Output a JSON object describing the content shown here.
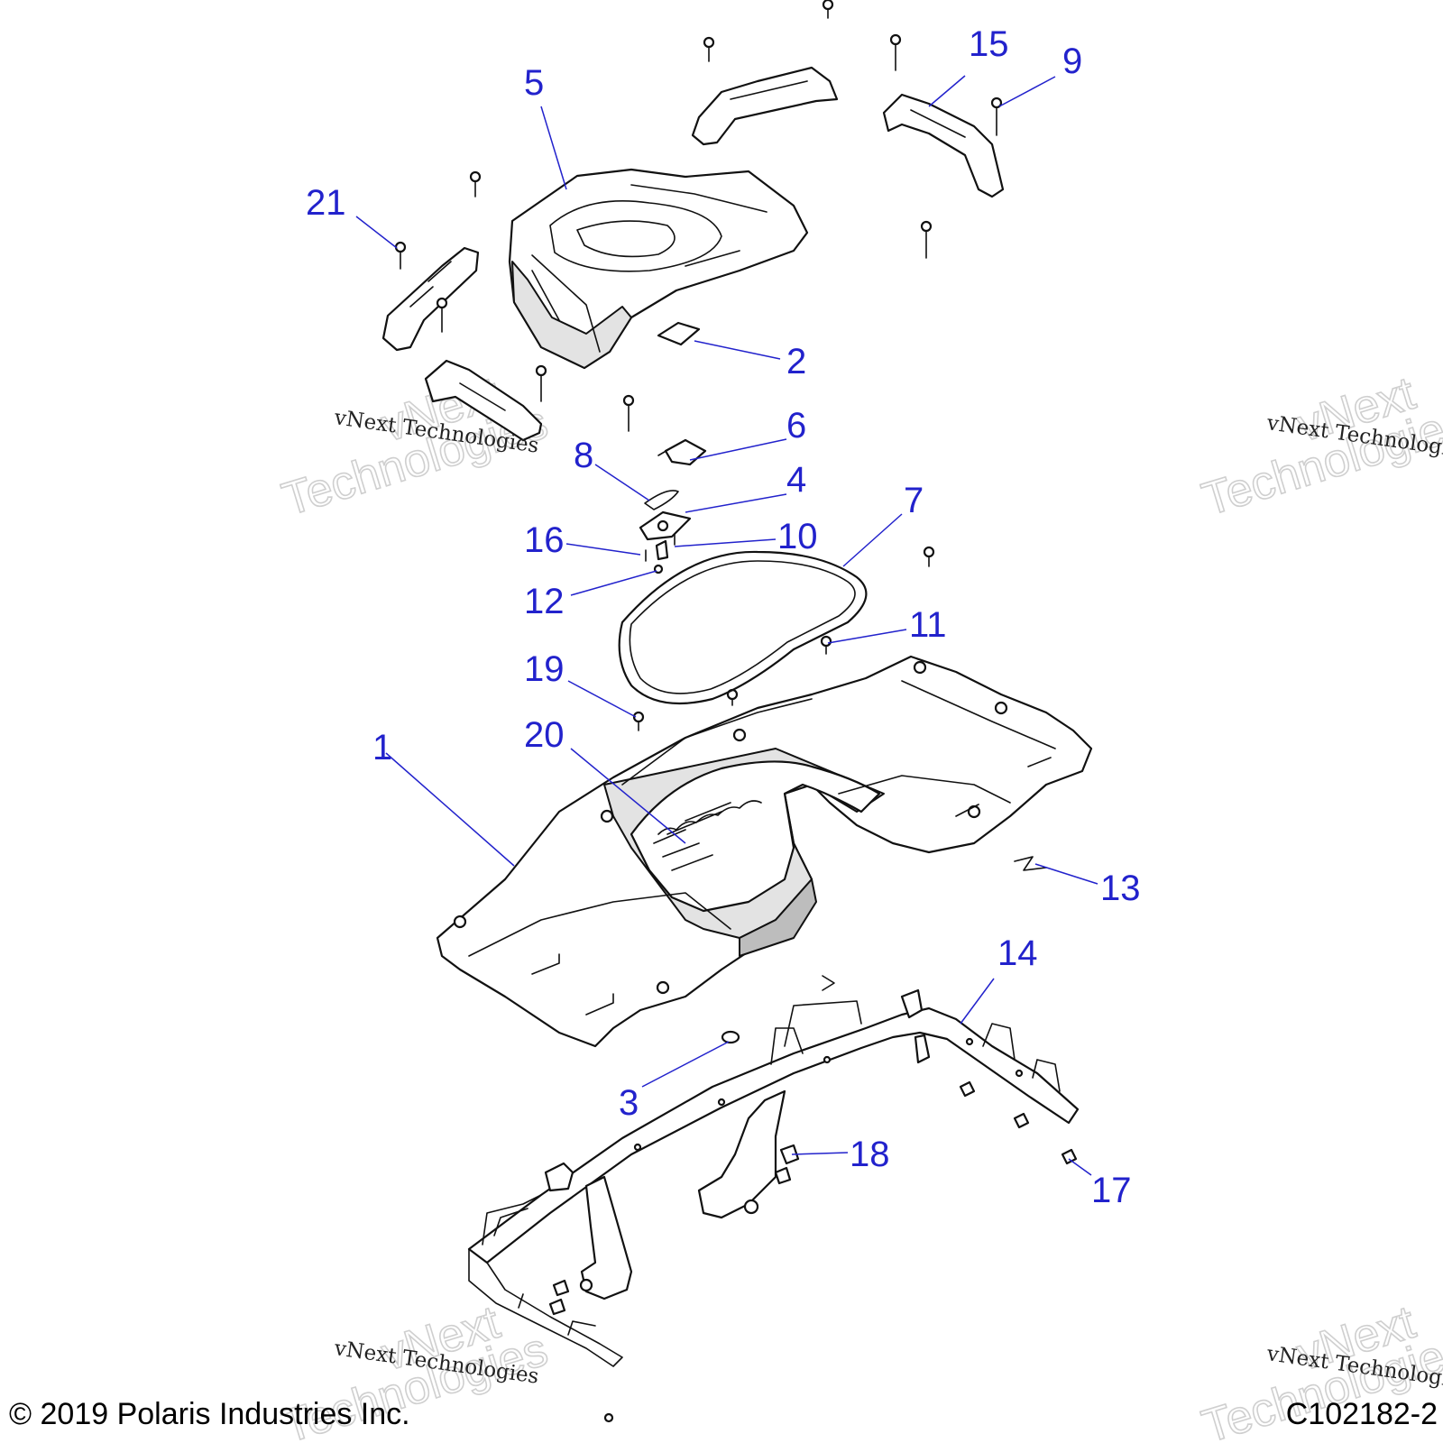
{
  "diagram": {
    "callouts": [
      "1",
      "2",
      "3",
      "4",
      "5",
      "6",
      "7",
      "8",
      "9",
      "10",
      "11",
      "12",
      "13",
      "14",
      "15",
      "16",
      "17",
      "18",
      "19",
      "20",
      "21"
    ],
    "watermark": {
      "text": "vNext Technologies",
      "outline_word_1": "vNext",
      "outline_word_2": "Technologies",
      "outline_color": "#cfcfcf"
    },
    "callout_color": "#2222cc"
  },
  "footer": {
    "copyright": "© 2019 Polaris Industries Inc.",
    "figure_id": "C102182-2"
  }
}
